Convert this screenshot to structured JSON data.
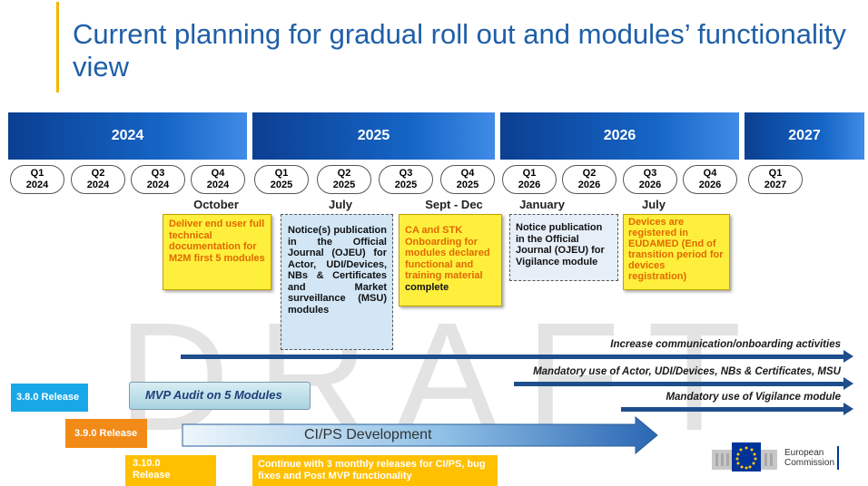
{
  "title": "Current planning for gradual roll out and modules’ functionality view",
  "watermark": "DRAFT",
  "years": [
    "2024",
    "2025",
    "2026",
    "2027"
  ],
  "quarters": [
    {
      "q": "Q1",
      "y": "2024"
    },
    {
      "q": "Q2",
      "y": "2024"
    },
    {
      "q": "Q3",
      "y": "2024"
    },
    {
      "q": "Q4",
      "y": "2024"
    },
    {
      "q": "Q1",
      "y": "2025"
    },
    {
      "q": "Q2",
      "y": "2025"
    },
    {
      "q": "Q3",
      "y": "2025"
    },
    {
      "q": "Q4",
      "y": "2025"
    },
    {
      "q": "Q1",
      "y": "2026"
    },
    {
      "q": "Q2",
      "y": "2026"
    },
    {
      "q": "Q3",
      "y": "2026"
    },
    {
      "q": "Q4",
      "y": "2026"
    },
    {
      "q": "Q1",
      "y": "2027"
    }
  ],
  "milestones": {
    "october": "October",
    "july_2025": "July",
    "sept_dec": "Sept - Dec",
    "january": "January",
    "july_2026": "July"
  },
  "notes": {
    "m2m_docs": "Deliver end user full technical documentation for M2M first 5 modules",
    "ojeu_notice": "Notice(s) publication in the Official Journal (OJEU) for Actor, UDI/Devices, NBs & Certificates and Market surveillance (MSU) modules",
    "ca_stk_main": "CA and STK Onboarding for modules declared functional and training material",
    "ca_stk_complete": "complete",
    "vigilance_notice": "Notice publication in the Official Journal (OJEU) for Vigilance module",
    "eudamed_reg": "Devices are registered in EUDAMED (End of transition period for devices registration)"
  },
  "arrows": {
    "communication": "Increase communication/onboarding  activities",
    "mandatory_actor": "Mandatory use of Actor, UDI/Devices, NBs & Certificates, MSU",
    "mandatory_vigilance": "Mandatory use of Vigilance module"
  },
  "releases": {
    "r380": "3.8.0 Release",
    "r390": "3.9.0 Release",
    "r3100_a": "3.10.0",
    "r3100_b": "Release",
    "mvp_audit": "MVP Audit on 5 Modules",
    "cips_dev": "CI/PS Development",
    "continue": "Continue with 3 monthly releases for CI/PS, bug fixes and Post MVP functionality"
  },
  "logo": {
    "line1": "European",
    "line2": "Commission"
  },
  "colors": {
    "title_blue": "#1f5fa8",
    "year_dark": "#0b3f92",
    "yellow_note": "#ffef3d",
    "orange_text": "#e06900",
    "release_blue": "#18a8e8",
    "release_orange": "#f28a17",
    "release_yellow": "#ffc000",
    "arrow_navy": "#1e4e8c"
  }
}
